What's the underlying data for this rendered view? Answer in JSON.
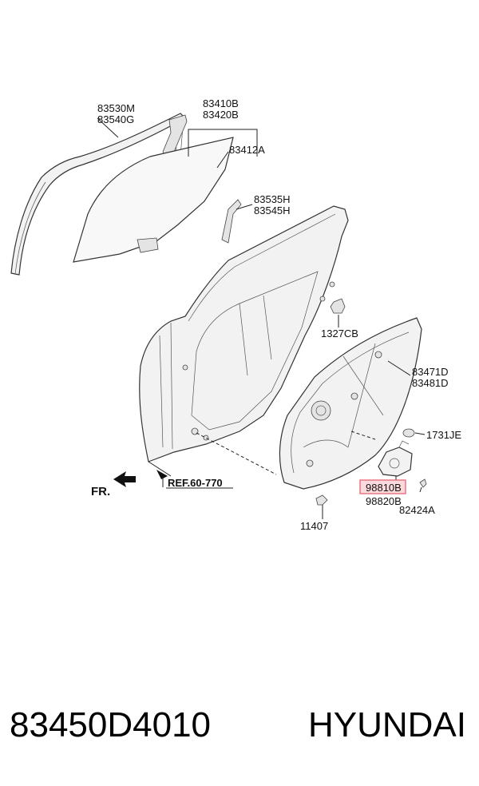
{
  "diagram": {
    "labels": {
      "l_83530M": "83530M",
      "l_83540G": "83540G",
      "l_83410B": "83410B",
      "l_83420B": "83420B",
      "l_83412A": "83412A",
      "l_83535H": "83535H",
      "l_83545H": "83545H",
      "l_1327CB": "1327CB",
      "l_83471D": "83471D",
      "l_83481D": "83481D",
      "l_1731JE": "1731JE",
      "l_98810": "98810B",
      "l_98820B": "98820B",
      "l_82424A": "82424A",
      "l_11407": "11407",
      "l_fr": "FR.",
      "l_ref": "REF.60-770"
    },
    "highlight_color": "#e55b6a"
  },
  "footer": {
    "part_number": "83450D4010",
    "brand": "HYUNDAI"
  }
}
